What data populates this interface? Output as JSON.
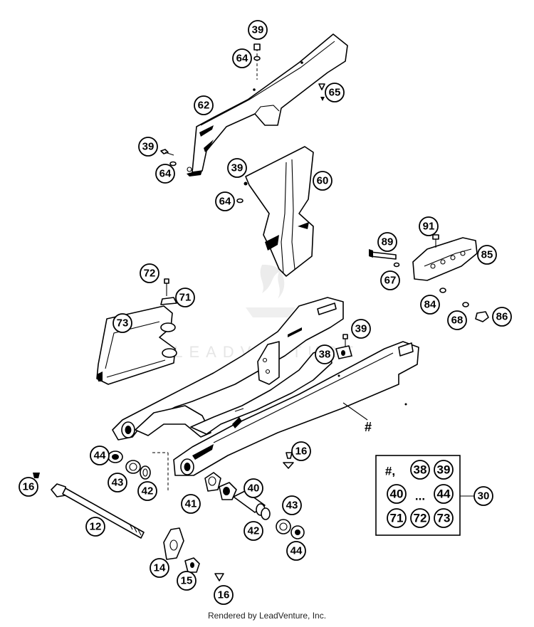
{
  "callouts": {
    "p39a": "39",
    "p64a": "64",
    "p65": "65",
    "p62": "62",
    "p39b": "39",
    "p64b": "64",
    "p39c": "39",
    "p60": "60",
    "p64c": "64",
    "p89": "89",
    "p91": "91",
    "p85": "85",
    "p67": "67",
    "p72": "72",
    "p71": "71",
    "p73": "73",
    "p84": "84",
    "p68": "68",
    "p86": "86",
    "p39d": "39",
    "p38": "38",
    "p44a": "44",
    "p43a": "43",
    "p42a": "42",
    "p16a": "16",
    "p16b": "16",
    "p41": "41",
    "p40": "40",
    "p43b": "43",
    "p42b": "42",
    "p44b": "44",
    "p12": "12",
    "p14": "14",
    "p15": "15",
    "p16c": "16",
    "p30": "30"
  },
  "swingarm_label": "#",
  "legend": {
    "hash_prefix": "#,",
    "items": [
      "38",
      "39",
      "40",
      "44",
      "71",
      "72",
      "73"
    ],
    "ellipsis": "...",
    "kit_number": "30"
  },
  "watermark_text": "LEADVENTURE",
  "footer": "Rendered by LeadVenture, Inc."
}
